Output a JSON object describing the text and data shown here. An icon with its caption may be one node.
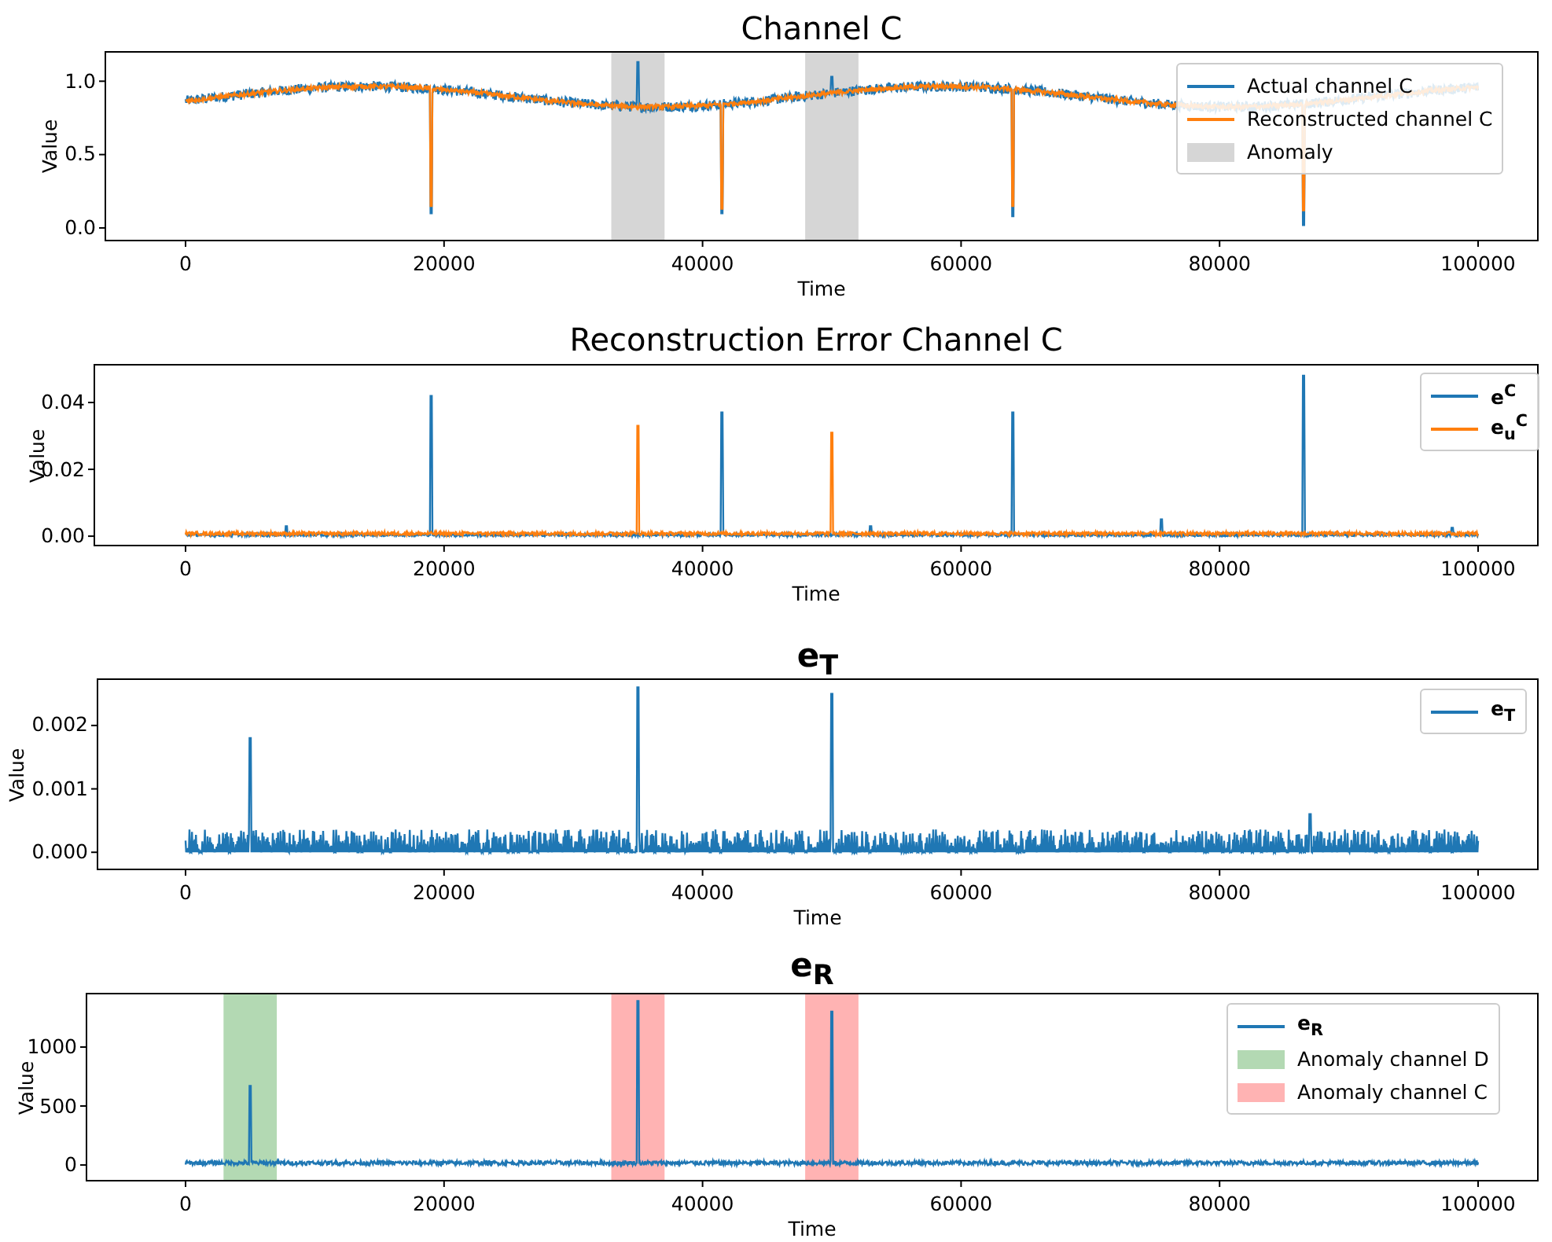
{
  "diagram": {
    "labels": [
      "Channel C",
      "1.0",
      "0.5",
      "0.0",
      "Value",
      "0",
      "20000",
      "40000",
      "60000",
      "80000",
      "100000",
      "Time",
      "Reconstruction Error Channel C",
      "0.04",
      "0.02",
      "0.00",
      "Value",
      "0",
      "20000",
      "40000",
      "60000",
      "80000",
      "100000",
      "Time",
      "e$_{T}$",
      "0.002",
      "0.001",
      "0.000",
      "Value",
      "0",
      "20000",
      "40000",
      "60000",
      "80000",
      "100000",
      "Time",
      "e$_{R}$",
      "1000",
      "500",
      "0",
      "Value",
      "0",
      "20000",
      "40000",
      "60000",
      "80000",
      "100000",
      "Time"
    ],
    "legend": [
      {
        "text": "Actual channel C"
      },
      {
        "text": "Reconstructed channel C"
      },
      {
        "text": "Anomaly",
        "color": "#d6d6d6"
      },
      {
        "text": "e$^{C}$"
      },
      {
        "text": "e$_{u}$$^{C}$"
      },
      {
        "text": "e$_{T}$"
      },
      {
        "text": "e$_{R}$"
      },
      {
        "text": "Anomaly channel D",
        "color": "#b3d9b3"
      },
      {
        "text": "Anomaly channel C",
        "color": "#ffb3b3"
      }
    ]
  }
}
